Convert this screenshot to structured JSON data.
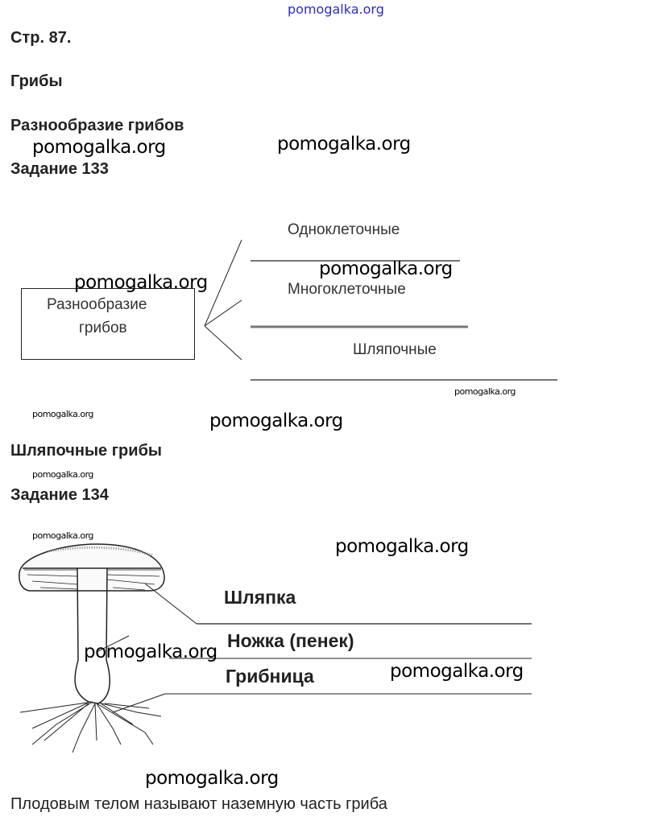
{
  "header_watermark": "pomogalka.org",
  "page_number": "Стр. 87.",
  "chapter": "Грибы",
  "section1": "Разнообразие грибов",
  "task1": "Задание 133",
  "diagram": {
    "box_label_line1": "Разнообразие",
    "box_label_line2": "грибов",
    "branches": [
      "Одноклеточные",
      "Многоклеточные",
      "Шляпочные"
    ]
  },
  "section2": "Шляпочные грибы",
  "task2": "Задание 134",
  "mushroom_parts": [
    "Шляпка",
    "Ножка (пенек)",
    "Грибница"
  ],
  "conclusion": "Плодовым телом называют наземную часть гриба",
  "watermark": "pomogalka.org"
}
